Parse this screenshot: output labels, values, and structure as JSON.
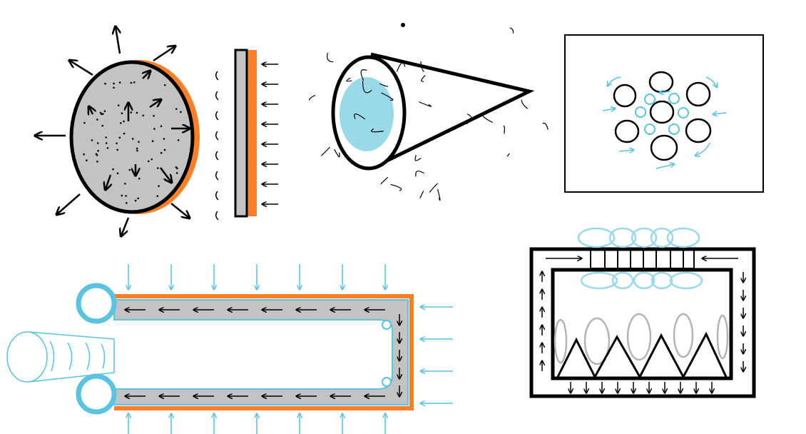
{
  "colors": {
    "outline": "#000000",
    "fill_gray": "#c3c3c3",
    "orange": "#ff7f27",
    "light_blue": "#99d9ea",
    "cyan_stroke": "#59c3e0",
    "gray_ellipse": "#b4b4b4"
  },
  "figures": [
    {
      "name": "sphere-emitting-arrows"
    },
    {
      "name": "flat-plate-with-incoming-arrows"
    },
    {
      "name": "cone-with-blue-core"
    },
    {
      "name": "boxed-circle-cluster"
    },
    {
      "name": "u-shaped-tube"
    },
    {
      "name": "chamber-with-triangles"
    }
  ]
}
